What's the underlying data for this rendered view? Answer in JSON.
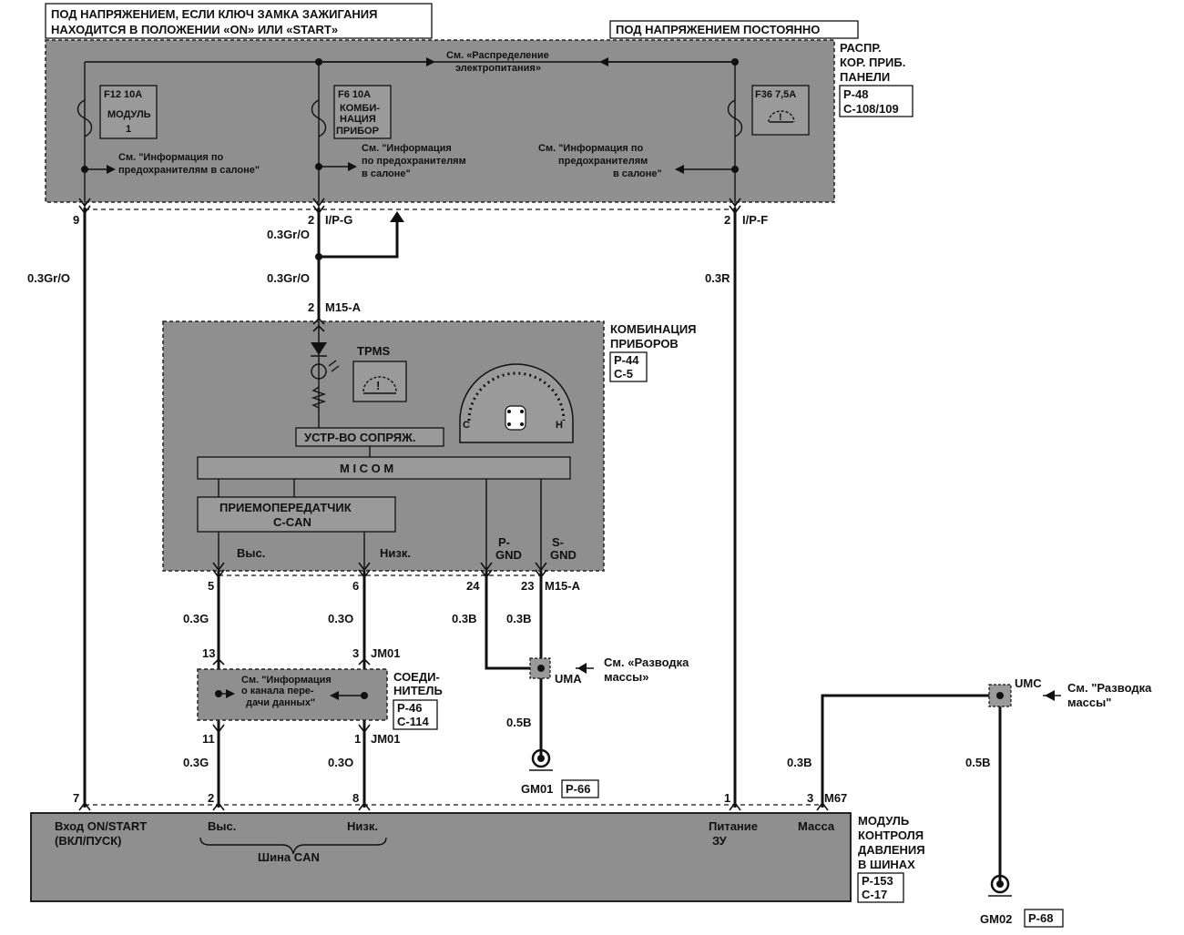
{
  "header": {
    "ign_line1": "ПОД НАПРЯЖЕНИЕМ, ЕСЛИ КЛЮЧ ЗАМКА ЗАЖИГАНИЯ",
    "ign_line2": "НАХОДИТСЯ В ПОЛОЖЕНИИ «ON» ИЛИ «START»",
    "always": "ПОД НАПРЯЖЕНИЕМ ПОСТОЯННО"
  },
  "fuse_panel": {
    "name_l1": "РАСПР.",
    "name_l2": "КОР. ПРИБ.",
    "name_l3": "ПАНЕЛИ",
    "ref1": "P-48",
    "ref2": "C-108/109",
    "power_dist_l1": "См. «Распределение",
    "power_dist_l2": "электропитания»",
    "f12_title": "F12 10A",
    "f12_l1": "МОДУЛЬ",
    "f12_l2": "1",
    "f6_title": "F6 10A",
    "f6_l1": "КОМБИ-",
    "f6_l2": "НАЦИЯ",
    "f6_l3": "ПРИБОР",
    "f36_title": "F36 7,5A",
    "info1_l1": "См. \"Информация по",
    "info1_l2": "предохранителям в салоне\"",
    "info2_l1": "См. \"Информация",
    "info2_l2": "по предохранителям",
    "info2_l3": "в салоне\"",
    "info3_l1": "См. \"Информация по",
    "info3_l2": "предохранителям",
    "info3_l3": "в салоне\""
  },
  "pins_top": {
    "p9": "9",
    "p2a": "2",
    "ipg": "I/P-G",
    "p2b": "2",
    "ipf": "I/P-F"
  },
  "wires": {
    "w_gro_left": "0.3Gr/O",
    "w_gro_1": "0.3Gr/O",
    "w_gro_2": "0.3Gr/O",
    "w_r": "0.3R",
    "w_g1": "0.3G",
    "w_o1": "0.3O",
    "w_b1": "0.3B",
    "w_b2": "0.3B",
    "w_g2": "0.3G",
    "w_o2": "0.3O",
    "w_b5": "0.5B",
    "w_b3": "0.3B",
    "w_b5b": "0.5B"
  },
  "cluster": {
    "pin": "2",
    "conn": "M15-A",
    "name_l1": "КОМБИНАЦИЯ",
    "name_l2": "ПРИБОРОВ",
    "ref1": "P-44",
    "ref2": "C-5",
    "tpms": "TPMS",
    "interface": "УСТР-ВО СОПРЯЖ.",
    "micom": "M I C O M",
    "xcvr_l1": "ПРИЕМОПЕРЕДАТЧИК",
    "xcvr_l2": "C-CAN",
    "gauge_c": "C",
    "gauge_h": "H",
    "high": "Выс.",
    "low": "Низк.",
    "pgnd_l1": "P-",
    "pgnd_l2": "GND",
    "sgnd_l1": "S-",
    "sgnd_l2": "GND"
  },
  "pins_mid": {
    "p5": "5",
    "p6": "6",
    "p24": "24",
    "p23": "23",
    "conn": "M15-A",
    "p13": "13",
    "p3": "3",
    "jm01a": "JM01",
    "p11": "11",
    "p1": "1",
    "jm01b": "JM01"
  },
  "joint": {
    "info_l1": "См. \"Информация",
    "info_l2": "о канала пере-",
    "info_l3": "дачи данных\"",
    "name_l1": "СОЕДИ-",
    "name_l2": "НИТЕЛЬ",
    "ref1": "P-46",
    "ref2": "C-114"
  },
  "ground": {
    "uma": "UMA",
    "uma_l1": "См. «Разводка",
    "uma_l2": "массы»",
    "gm01": "GM01",
    "gm01_ref": "P-66",
    "umc": "UMC",
    "umc_l1": "См. \"Разводка",
    "umc_l2": "массы\"",
    "gm02": "GM02",
    "gm02_ref": "P-68"
  },
  "module": {
    "p7": "7",
    "p2": "2",
    "p8": "8",
    "p1": "1",
    "p3": "3",
    "conn": "M67",
    "on_start_l1": "Вход ON/START",
    "on_start_l2": "(ВКЛ/ПУСК)",
    "high": "Выс.",
    "low": "Низк.",
    "can_bus": "Шина CAN",
    "power_l1": "Питание",
    "power_l2": "ЗУ",
    "ground": "Масса",
    "name_l1": "МОДУЛЬ",
    "name_l2": "КОНТРОЛЯ",
    "name_l3": "ДАВЛЕНИЯ",
    "name_l4": "В ШИНАХ",
    "ref1": "P-153",
    "ref2": "C-17"
  }
}
